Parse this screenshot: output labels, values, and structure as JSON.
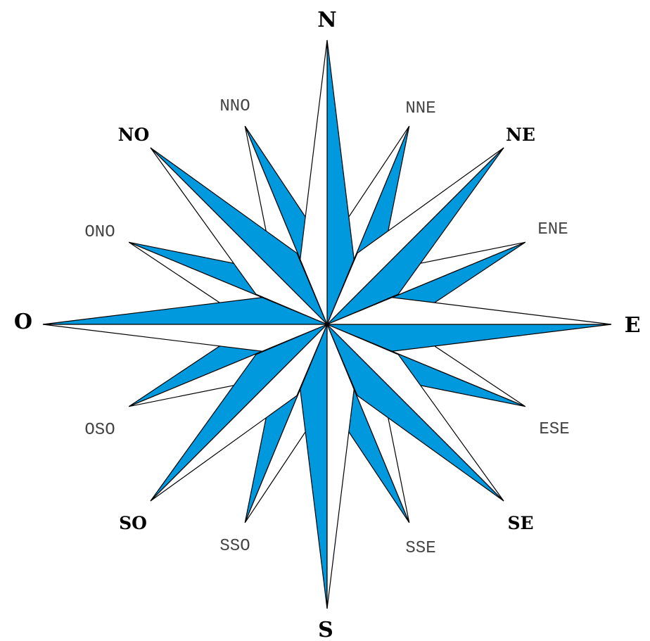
{
  "colors": {
    "fill_blue": "#0099dd",
    "fill_white": "#ffffff",
    "stroke": "#000000"
  },
  "labels": {
    "N": "N",
    "NE": "NE",
    "E": "E",
    "SE": "SE",
    "S": "S",
    "SO": "SO",
    "O": "O",
    "NO": "NO",
    "NNE": "NNE",
    "ENE": "ENE",
    "ESE": "ESE",
    "SSE": "SSE",
    "SSO": "SSO",
    "OSO": "OSO",
    "ONO": "ONO",
    "NNO": "NNO"
  }
}
